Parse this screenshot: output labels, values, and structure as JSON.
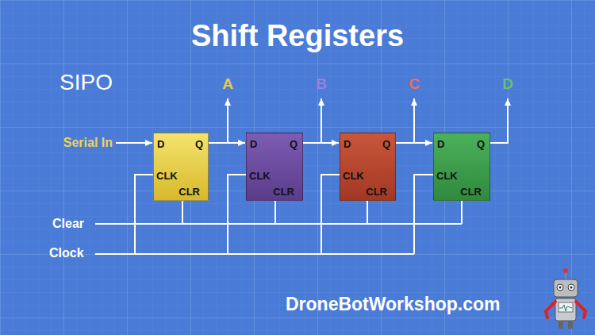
{
  "diagram": {
    "title": "Shift Registers",
    "nodes": [
      {
        "text": [
          "D",
          "Q",
          "CLK",
          "CLR"
        ]
      },
      {
        "text": [
          "D",
          "Q",
          "CLK",
          "CLR"
        ]
      },
      {
        "text": [
          "D",
          "Q",
          "CLK",
          "CLR"
        ]
      },
      {
        "text": [
          "D",
          "Q",
          "CLK",
          "CLR"
        ]
      }
    ],
    "edges": [
      {
        "from": 0,
        "to": 1,
        "arrow": "to"
      },
      {
        "from": 1,
        "to": 2,
        "arrow": "to"
      },
      {
        "from": 2,
        "to": 3,
        "arrow": "to"
      }
    ],
    "labels": [
      "SIPO",
      "A",
      "B",
      "C",
      "D",
      "Serial In",
      "Clear",
      "Clock",
      "DroneBotWorkshop.com"
    ]
  }
}
